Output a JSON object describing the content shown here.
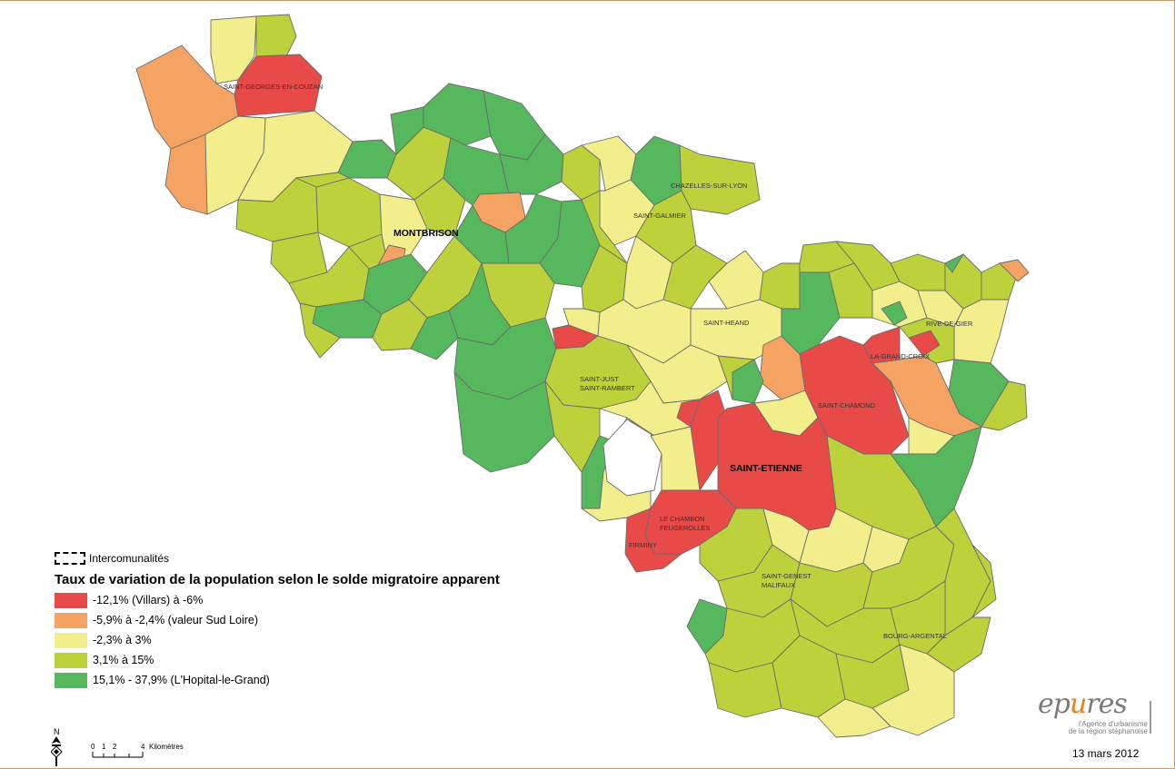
{
  "map": {
    "colors": {
      "c1": "#e84a48",
      "c2": "#f4a363",
      "c3": "#f2ee8c",
      "c4": "#bdd23a",
      "c5": "#56b85c",
      "border": "#6b6b6b"
    },
    "labels": {
      "montbrison": "MONTBRISON",
      "saint_etienne": "SAINT-ETIENNE",
      "saint_georges": "SAINT-GEORGES-EN-COUZAN",
      "chazelles": "CHAZELLES-SUR-LYON",
      "saint_galmier": "SAINT-GALMIER",
      "saint_heand": "SAINT-HEAND",
      "rive_de_gier": "RIVE-DE-GIER",
      "la_grand_croix": "LA-GRAND-CROIX",
      "saint_chamond": "SAINT-CHAMOND",
      "saint_just_1": "SAINT-JUST",
      "saint_just_2": "SAINT-RAMBERT",
      "le_chambon_1": "LE CHAMBON",
      "le_chambon_2": "FEUGEROLLES",
      "firminy": "FIRMINY",
      "saint_genest_1": "SAINT-GENEST",
      "saint_genest_2": "MALIFAUX",
      "bourg_argental": "BOURG-ARGENTAL"
    }
  },
  "legend": {
    "boundary_label": "Intercomunalités",
    "title": "Taux de variation de la population selon le solde migratoire apparent",
    "classes": [
      {
        "label": "-12,1% (Villars) à -6%",
        "color": "#e84a48"
      },
      {
        "label": "-5,9% à -2,4% (valeur Sud Loire)",
        "color": "#f4a363"
      },
      {
        "label": "-2,3% à 3%",
        "color": "#f2ee8c"
      },
      {
        "label": "3,1% à 15%",
        "color": "#bdd23a"
      },
      {
        "label": "15,1% - 37,9% (L'Hopital-le-Grand)",
        "color": "#56b85c"
      }
    ]
  },
  "scale": {
    "north": "N",
    "ticks": [
      "0",
      "1",
      "2",
      "4"
    ],
    "unit": "Kilomètres"
  },
  "brand": {
    "word_pre": "ep",
    "word_accent": "u",
    "word_post": "res",
    "tagline_1": "l'Agence d'urbanisme",
    "tagline_2": "de la région stéphanoise"
  },
  "date": "13 mars 2012"
}
